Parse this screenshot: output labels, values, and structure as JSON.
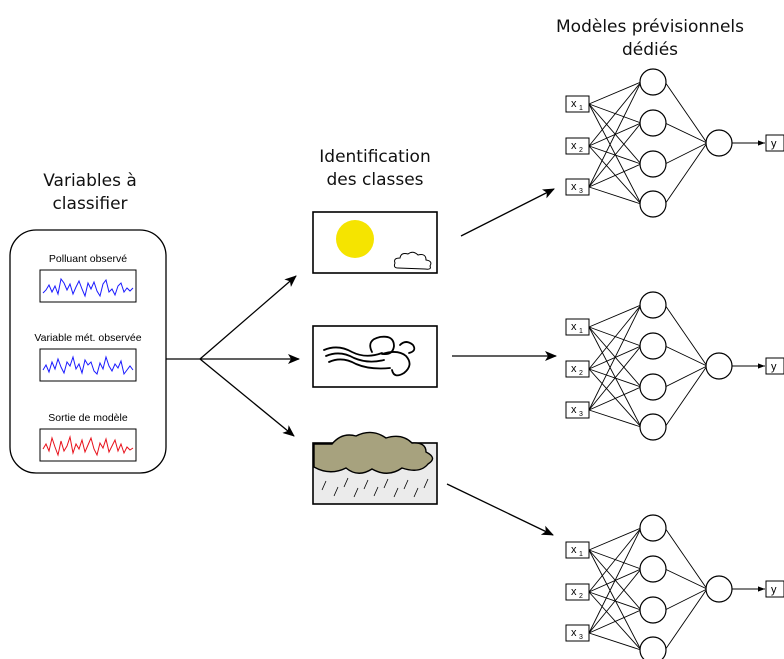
{
  "headings": {
    "variables": [
      "Variables à",
      "classifier"
    ],
    "identification": [
      "Identification",
      "des classes"
    ],
    "modeles": [
      "Modèles prévisionnels",
      "dédiés"
    ]
  },
  "variables": [
    {
      "label": "Polluant observé",
      "color": "#1a1aff"
    },
    {
      "label": "Variable mét. observée",
      "color": "#1a1aff"
    },
    {
      "label": "Sortie de modèle",
      "color": "#e8101a"
    }
  ],
  "classes": [
    {
      "name": "sun-class",
      "icon": "sun-and-cloud-icon"
    },
    {
      "name": "wind-class",
      "icon": "wind-swirl-icon"
    },
    {
      "name": "rain-class",
      "icon": "rain-cloud-icon"
    }
  ],
  "network": {
    "inputs": [
      "x",
      "x",
      "x"
    ],
    "input_subscripts": [
      "1",
      "2",
      "3"
    ],
    "output": "y"
  },
  "colors": {
    "sun": "#f5e400",
    "rain_cloud": "#a7a27e",
    "rain_ground": "#ebebeb",
    "observed_series": "#1a1aff",
    "model_series": "#e8101a"
  }
}
